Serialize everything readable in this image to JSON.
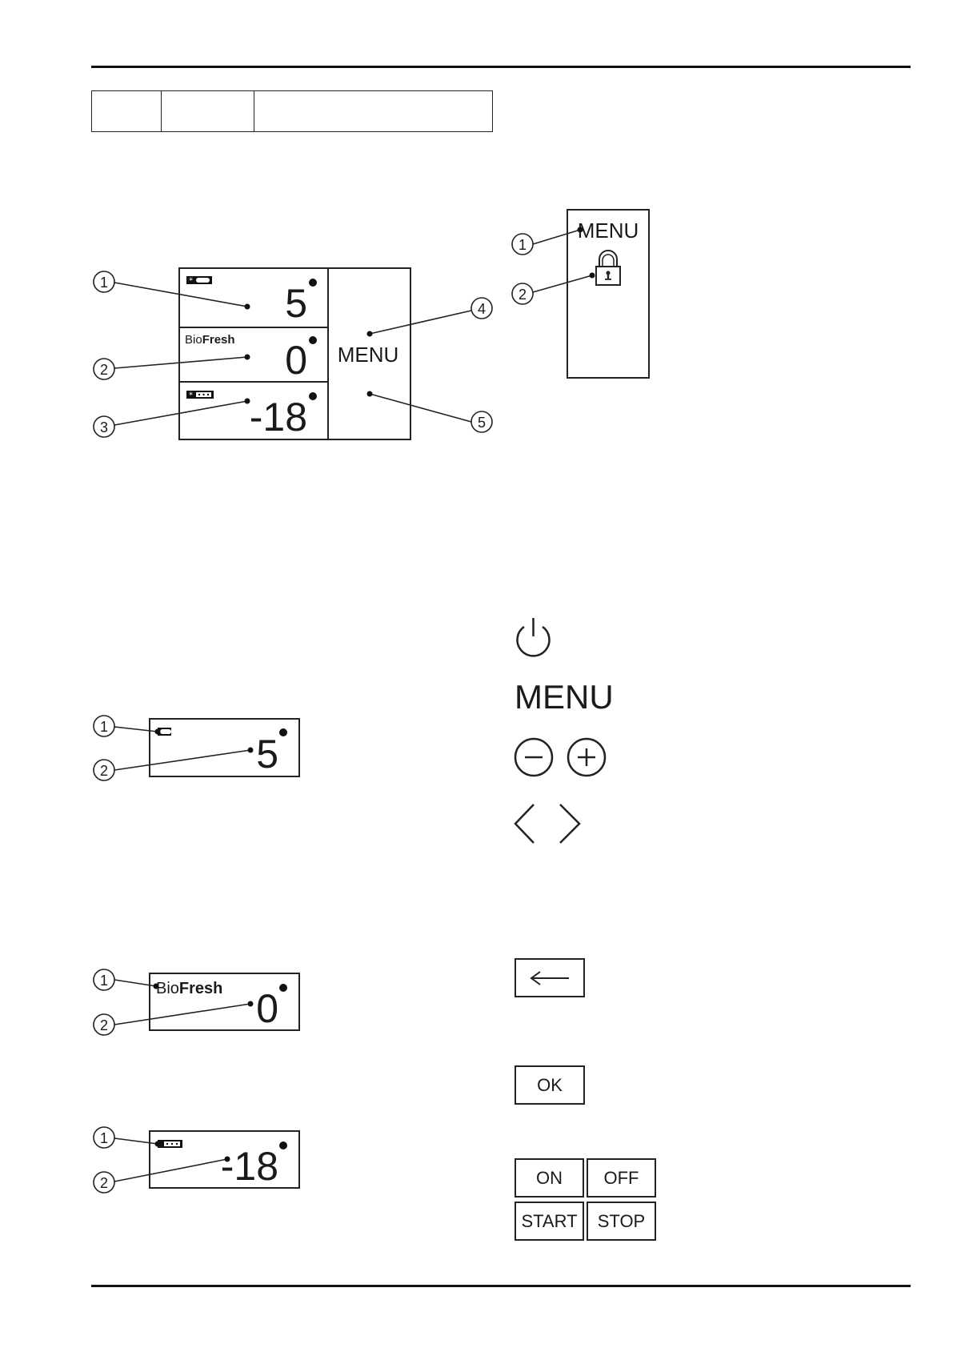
{
  "figure_main": {
    "zones": [
      {
        "label": "",
        "value": "5",
        "callout": "1"
      },
      {
        "label": "BioFresh",
        "value": "0",
        "callout": "2"
      },
      {
        "label": "",
        "value": "-18",
        "callout": "3"
      }
    ],
    "menu_label": "MENU",
    "callouts_right": [
      "4",
      "5"
    ]
  },
  "figure_lock": {
    "menu_label": "MENU",
    "callouts": [
      "1",
      "2"
    ]
  },
  "figure_fridge": {
    "value": "5",
    "callouts": [
      "1",
      "2"
    ]
  },
  "figure_biofresh": {
    "label_prefix": "Bio",
    "label_bold": "Fresh",
    "value": "0",
    "callouts": [
      "1",
      "2"
    ]
  },
  "figure_freezer": {
    "value": "-18",
    "callouts": [
      "1",
      "2"
    ]
  },
  "legend": {
    "power_icon": "power-icon",
    "menu_text": "MENU",
    "minus_icon": "minus-circle-icon",
    "plus_icon": "plus-circle-icon",
    "left_icon": "chevron-left-icon",
    "right_icon": "chevron-right-icon",
    "back_icon": "back-arrow-icon",
    "ok_label": "OK",
    "on_label": "ON",
    "off_label": "OFF",
    "start_label": "START",
    "stop_label": "STOP"
  }
}
